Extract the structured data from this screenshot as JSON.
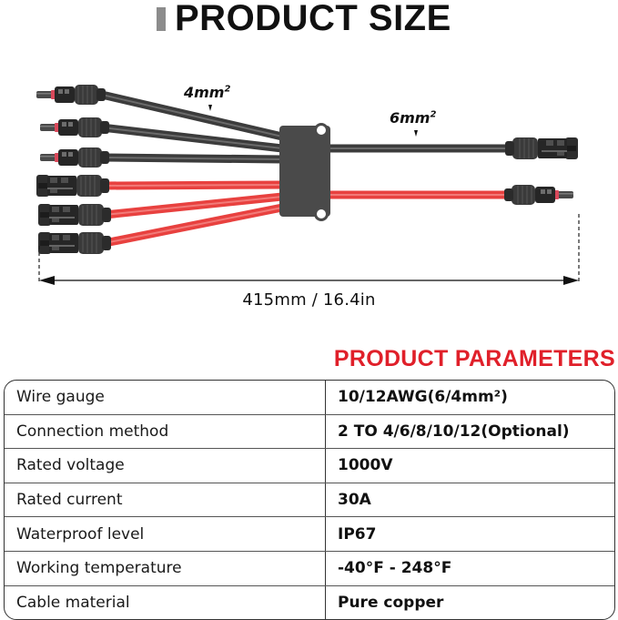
{
  "header": {
    "title": "PRODUCT SIZE"
  },
  "diagram": {
    "input_wire_label": "4mm",
    "input_wire_label_sup": "2",
    "output_wire_label": "6mm",
    "output_wire_label_sup": "2",
    "dimension_label": "415mm / 16.4in",
    "input_connectors": [
      {
        "type": "male",
        "wire_color": "black"
      },
      {
        "type": "male",
        "wire_color": "black"
      },
      {
        "type": "male",
        "wire_color": "black"
      },
      {
        "type": "female",
        "wire_color": "red"
      },
      {
        "type": "female",
        "wire_color": "red"
      },
      {
        "type": "female",
        "wire_color": "red"
      }
    ],
    "output_connectors": [
      {
        "type": "female",
        "wire_color": "black"
      },
      {
        "type": "male",
        "wire_color": "red"
      }
    ],
    "colors": {
      "black_wire": "#3c3c3c",
      "red_wire": "#e8413f",
      "junction_box": "#4a4a4a",
      "connector": "#2a2a2a"
    }
  },
  "parameters": {
    "title": "PRODUCT PARAMETERS",
    "title_color": "#e0202a",
    "rows": [
      {
        "name": "Wire gauge",
        "value": "10/12AWG(6/4mm²)"
      },
      {
        "name": "Connection method",
        "value": "2 TO 4/6/8/10/12(Optional)"
      },
      {
        "name": "Rated voltage",
        "value": "1000V"
      },
      {
        "name": "Rated current",
        "value": "30A"
      },
      {
        "name": "Waterproof level",
        "value": "IP67"
      },
      {
        "name": "Working temperature",
        "value": "-40°F - 248°F"
      },
      {
        "name": "Cable material",
        "value": "Pure copper"
      }
    ]
  }
}
